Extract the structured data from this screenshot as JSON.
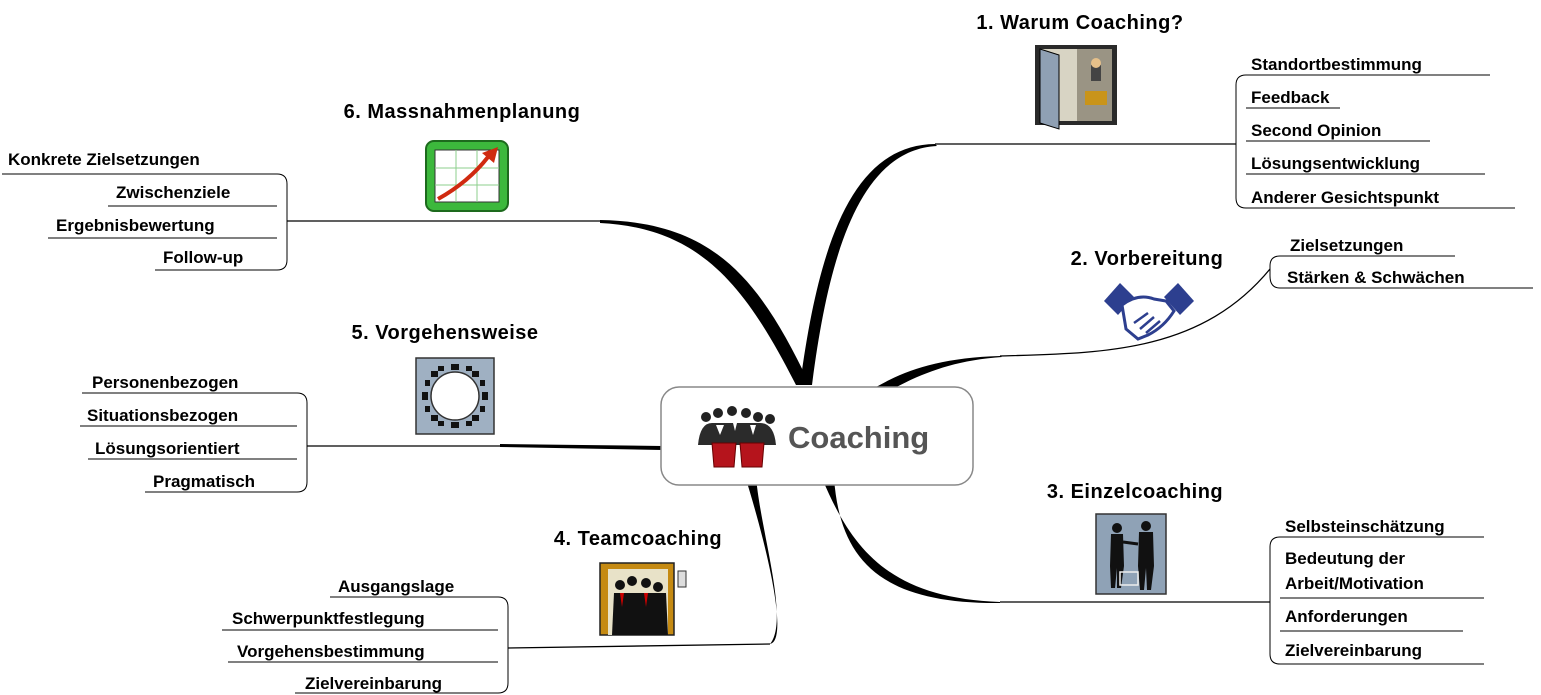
{
  "center": {
    "label": "Coaching",
    "icon": "group-people-icon"
  },
  "branches": [
    {
      "id": "warum",
      "title": "1. Warum Coaching?",
      "icon": "open-door-office-icon",
      "items": [
        "Standortbestimmung",
        "Feedback",
        "Second Opinion",
        "Lösungsentwicklung",
        "Anderer Gesichtspunkt"
      ]
    },
    {
      "id": "vorbereitung",
      "title": "2. Vorbereitung",
      "icon": "handshake-icon",
      "items": [
        "Zielsetzungen",
        "Stärken & Schwächen"
      ]
    },
    {
      "id": "einzelcoaching",
      "title": "3. Einzelcoaching",
      "icon": "two-people-meeting-icon",
      "items": [
        "Selbsteinschätzung",
        "Bedeutung der",
        "Arbeit/Motivation",
        "Anforderungen",
        "Zielvereinbarung"
      ]
    },
    {
      "id": "teamcoaching",
      "title": "4. Teamcoaching",
      "icon": "team-elevator-icon",
      "items": [
        "Ausgangslage",
        "Schwerpunktfestlegung",
        "Vorgehensbestimmung",
        "Zielvereinbarung"
      ]
    },
    {
      "id": "vorgehensweise",
      "title": "5. Vorgehensweise",
      "icon": "round-table-icon",
      "items": [
        "Personenbezogen",
        "Situationsbezogen",
        "Lösungsorientiert",
        "Pragmatisch"
      ]
    },
    {
      "id": "massnahmen",
      "title": "6. Massnahmenplanung",
      "icon": "growth-chart-icon",
      "items": [
        "Konkrete Zielsetzungen",
        "Zwischenziele",
        "Ergebnisbewertung",
        "Follow-up"
      ]
    }
  ],
  "colors": {
    "line": "#000000",
    "text": "#000000",
    "center_text": "#555555",
    "node_border": "#888888"
  }
}
